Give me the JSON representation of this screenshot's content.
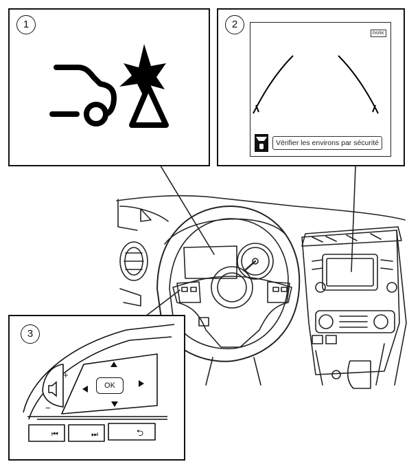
{
  "callouts": {
    "c1": "1",
    "c2": "2",
    "c3": "3"
  },
  "camera_screen": {
    "badge": "PARK",
    "message": "Vérifier les environs par sécurité"
  },
  "switch_panel": {
    "ok_label": "OK",
    "plus_label": "+",
    "minus_label": "−",
    "prev_track_symbol": "⏮",
    "next_track_symbol": "⏭",
    "back_symbol": "⮌"
  },
  "icons": {
    "panel1": "forward-collision-warning-icon",
    "panel2_small": "camera-alert-icon",
    "panel3_volume": "speaker-icon",
    "panel3_up": "arrow-up-icon",
    "panel3_down": "arrow-down-icon",
    "panel3_left": "arrow-left-icon",
    "panel3_right": "arrow-right-icon"
  }
}
